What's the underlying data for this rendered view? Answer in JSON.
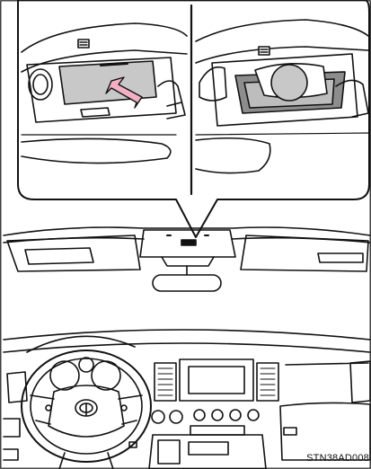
{
  "figure": {
    "code": "STN38AD008"
  },
  "colors": {
    "arrow": "#f3b0c4",
    "lens_fill": "#c8c8c8",
    "dark_fill": "#8d8d8d",
    "line": "#111111"
  },
  "icons": [
    "sunglasses-holder-closed",
    "sunglasses-holder-open",
    "push-arrow",
    "overhead-console",
    "rearview-mirror",
    "steering-wheel",
    "toyota-emblem",
    "instrument-panel"
  ]
}
